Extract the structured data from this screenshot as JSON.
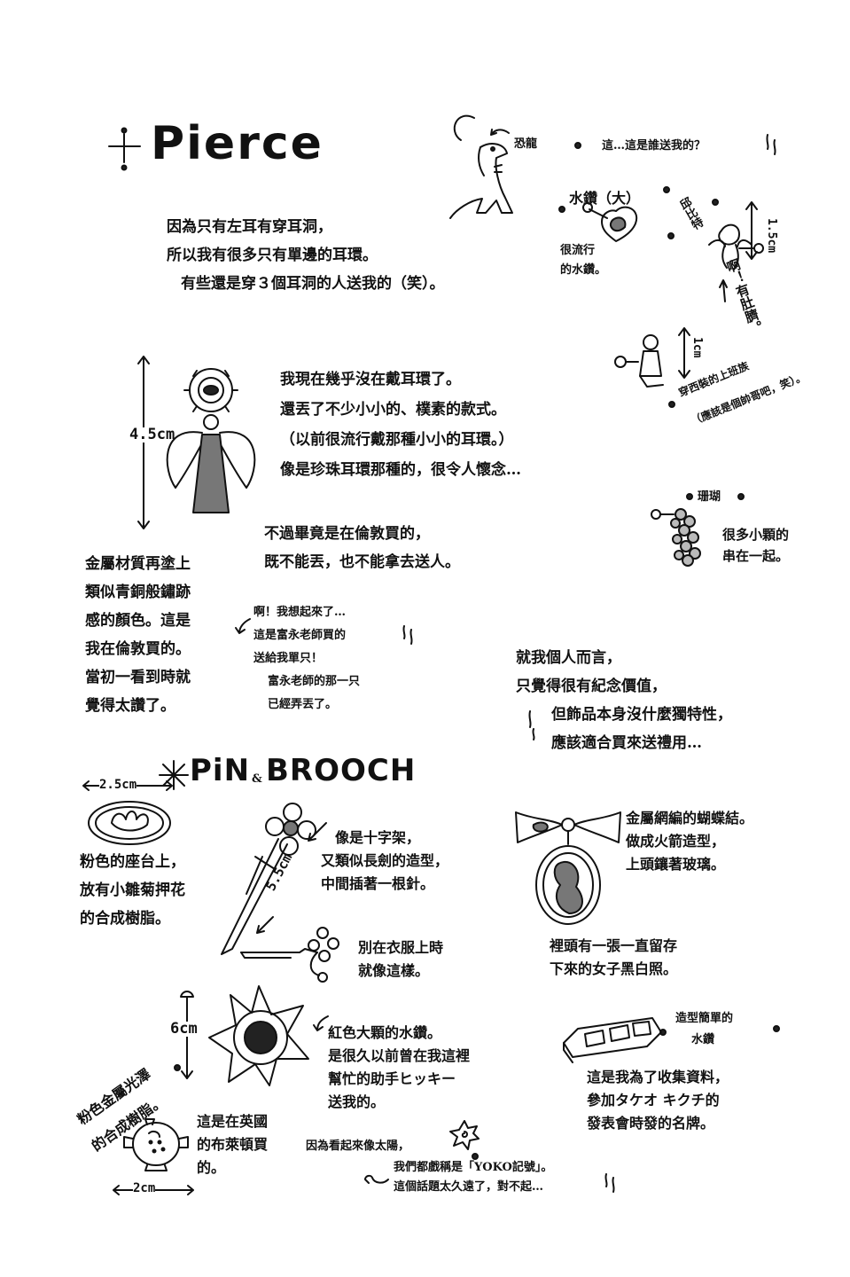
{
  "headings": {
    "pierce": "Pierce",
    "pin": "PiN",
    "amp": "&",
    "brooch": "BROOCH"
  },
  "pierce": {
    "intro": [
      "因為只有左耳有穿耳洞，",
      "所以我有很多只有單邊的耳環。",
      "有些還是穿３個耳洞的人送我的（笑）。"
    ],
    "dino_label": "恐龍",
    "who_gave": "這…這是誰送我的？",
    "rhinestone_label": "水鑽（大）",
    "rhinestone_note": [
      "很流行",
      "的水鑽。"
    ],
    "cupid_label": "邱比特",
    "cupid_size": "1.5cm",
    "cupid_note": "啊！有肚臍。",
    "suit_size": "1cm",
    "suit_note": [
      "穿西裝的上班族",
      "（應該是個帥哥吧，笑）。"
    ],
    "middle_text": [
      "我現在幾乎沒在戴耳環了。",
      "還丟了不少小小的、樸素的款式。",
      "（以前很流行戴那種小小的耳環。）",
      "像是珍珠耳環那種的，很令人懷念…"
    ],
    "angel_size": "4.5cm",
    "coral_label": "珊瑚",
    "coral_note": [
      "很多小顆的",
      "串在一起。"
    ],
    "london_text": [
      "不過畢竟是在倫敦買的，",
      "既不能丟，也不能拿去送人。"
    ],
    "left_text": [
      "金屬材質再塗上",
      "類似青銅般鏽跡",
      "感的顏色。這是",
      "我在倫敦買的。",
      "當初一看到時就",
      "覺得太讚了。"
    ],
    "memory_text": [
      "啊！我想起來了…",
      "這是富永老師買的",
      "送給我單只！",
      "富永老師的那一只",
      "已經弄丟了。"
    ],
    "personal_text": [
      "就我個人而言，",
      "只覺得很有紀念價值，",
      "但飾品本身沒什麼獨特性，",
      "應該適合買來送禮用…"
    ]
  },
  "pin": {
    "size_2_5": "2.5cm",
    "daisy_text": [
      "粉色的座台上，",
      "放有小雛菊押花",
      "的合成樹脂。"
    ],
    "cross_text": [
      "像是十字架，",
      "又類似長劍的造型，",
      "中間插著一根針。"
    ],
    "cross_size": "5.5cm",
    "wear_text": [
      "別在衣服上時",
      "就像這樣。"
    ],
    "bow_text": [
      "金屬網編的蝴蝶結。",
      "做成火箭造型，",
      "上頭鑲著玻璃。"
    ],
    "photo_text": [
      "裡頭有一張一直留存",
      "下來的女子黑白照。"
    ],
    "star_size": "6cm",
    "red_text": [
      "紅色大顆的水鑽。",
      "是很久以前曾在我這裡",
      "幫忙的助手ヒッキー",
      "送我的。"
    ],
    "simple_text": [
      "造型簡單的",
      "水鑽"
    ],
    "badge_text": [
      "這是我為了收集資料，",
      "參加タケオ キクチ的",
      "發表會時發的名牌。"
    ],
    "pink_text": [
      "粉色金屬光澤",
      "的合成樹脂。"
    ],
    "brighton_text": [
      "這是在英國",
      "的布萊頓買",
      "的。"
    ],
    "size_2": "2cm",
    "sun_text": "因為看起來像太陽，",
    "yoko_text": [
      "我們都戲稱是「YOKO記號」。",
      "這個話題太久遠了，對不起…"
    ]
  }
}
